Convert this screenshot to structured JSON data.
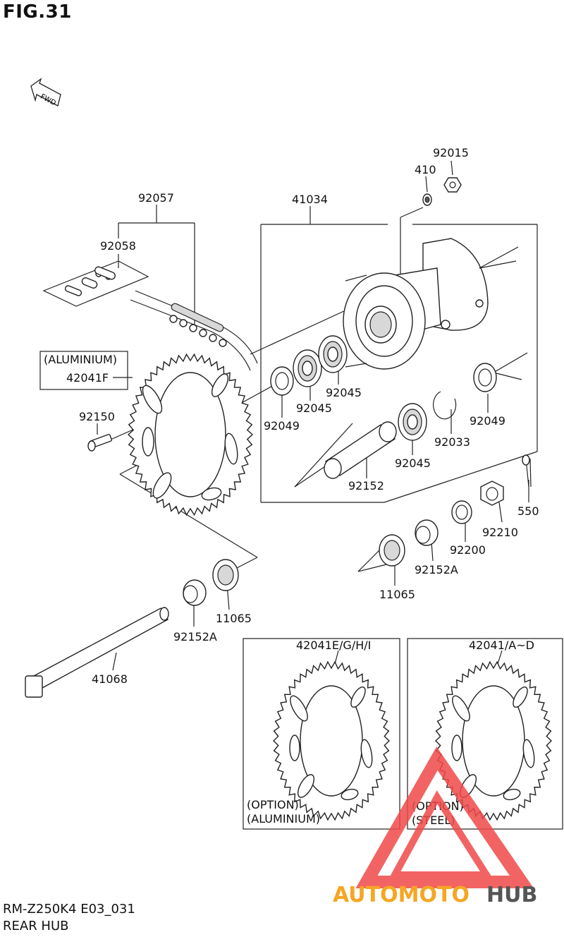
{
  "figure_title": "FIG.31",
  "direction_marker": "FWD",
  "labels": {
    "p92015": "92015",
    "p410": "410",
    "p92057": "92057",
    "p41034": "41034",
    "p92058": "92058",
    "aluminium_note": "(ALUMINIUM)",
    "p42041F": "42041F",
    "p92150": "92150",
    "p92049_left": "92049",
    "p92045_a": "92045",
    "p92045_b": "92045",
    "p92045_c": "92045",
    "p92049_right": "92049",
    "p92033": "92033",
    "p92152": "92152",
    "p550": "550",
    "p92210": "92210",
    "p92200": "92200",
    "p92152A_right": "92152A",
    "p11065_right": "11065",
    "p11065_left": "11065",
    "p92152A_left": "92152A",
    "p41068": "41068",
    "p42041EGHI": "42041E/G/H/I",
    "p42041AD": "42041/A~D"
  },
  "option_boxes": {
    "aluminium": {
      "line1": "(OPTION)",
      "line2": "(ALUMINIUM)"
    },
    "steel": {
      "line1": "(OPTION)",
      "line2": "(STEEL)"
    }
  },
  "footer": {
    "model": "RM-Z250K4 E03_031",
    "name": "REAR HUB"
  },
  "watermark": {
    "part1": "AUTOMOTO",
    "part2": "HUB",
    "color_primary": "#f04a4a",
    "color_secondary": "#f5a623",
    "color_dark": "#555555"
  }
}
